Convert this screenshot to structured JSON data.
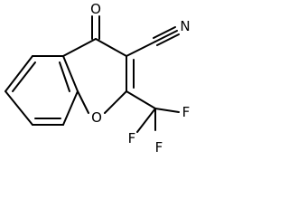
{
  "structure": {
    "atoms": {
      "carbonyl_oxygen": "O",
      "ring_oxygen": "O",
      "nitrile_nitrogen": "N",
      "fluorine_top": "F",
      "fluorine_right": "F",
      "fluorine_bottom": "F"
    },
    "colors": {
      "ink": "#000000",
      "background": "#ffffff"
    }
  }
}
